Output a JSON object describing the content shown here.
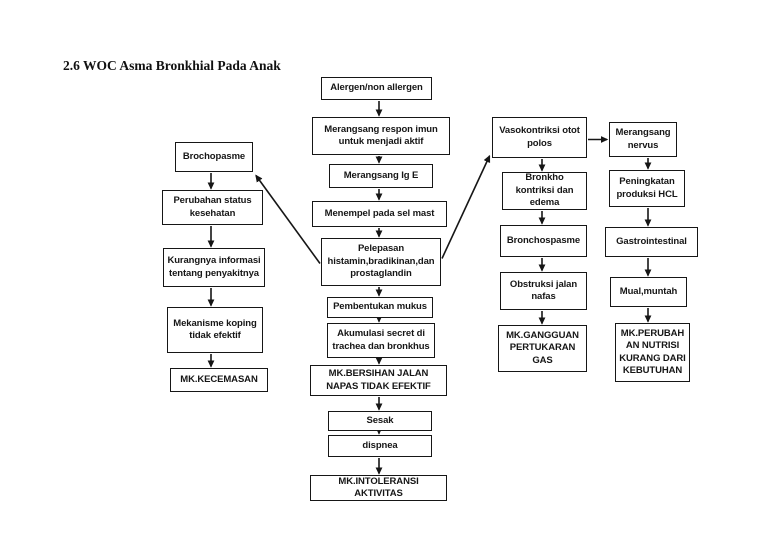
{
  "title": "2.6 WOC Asma Bronkhial Pada Anak",
  "flowchart": {
    "center": {
      "alergen": "Alergen/non allergen",
      "respon_imun": "Merangsang respon imun untuk menjadi aktif",
      "ig_e": "Merangsang Ig E",
      "sel_mast": "Menempel pada sel mast",
      "pelepasan": "Pelepasan histamin,bradikinan,dan prostaglandin",
      "mukus": "Pembentukan mukus",
      "akumulasi": "Akumulasi secret di trachea dan bronkhus",
      "mk_bersihan": "MK.BERSIHAN JALAN NAPAS TIDAK EFEKTIF",
      "sesak": "Sesak",
      "dispnea": "dispnea",
      "mk_intoleransi": "MK.INTOLERANSI AKTIVITAS"
    },
    "left": {
      "brochopasme": "Brochopasme",
      "perubahan_status": "Perubahan status kesehatan",
      "kurang_informasi": "Kurangnya informasi tentang penyakitnya",
      "mekanisme_koping": "Mekanisme koping tidak efektif",
      "mk_kecemasan": "MK.KECEMASAN"
    },
    "right": {
      "vasokontriksi": "Vasokontriksi otot polos",
      "bronkho_kontriksi": "Bronkho kontriksi dan edema",
      "bronchospasme": "Bronchospasme",
      "obstruksi": "Obstruksi jalan nafas",
      "mk_gangguan": "MK.GANGGUAN PERTUKARAN GAS"
    },
    "far_right": {
      "nervus": "Merangsang nervus",
      "hcl": "Peningkatan produksi HCL",
      "gastrointestinal": "Gastrointestinal",
      "mual": "Mual,muntah",
      "mk_nutrisi": "MK.PERUBAHAN NUTRISI KURANG DARI KEBUTUHAN"
    }
  },
  "colors": {
    "ink": "#161616",
    "background": "#ffffff"
  }
}
